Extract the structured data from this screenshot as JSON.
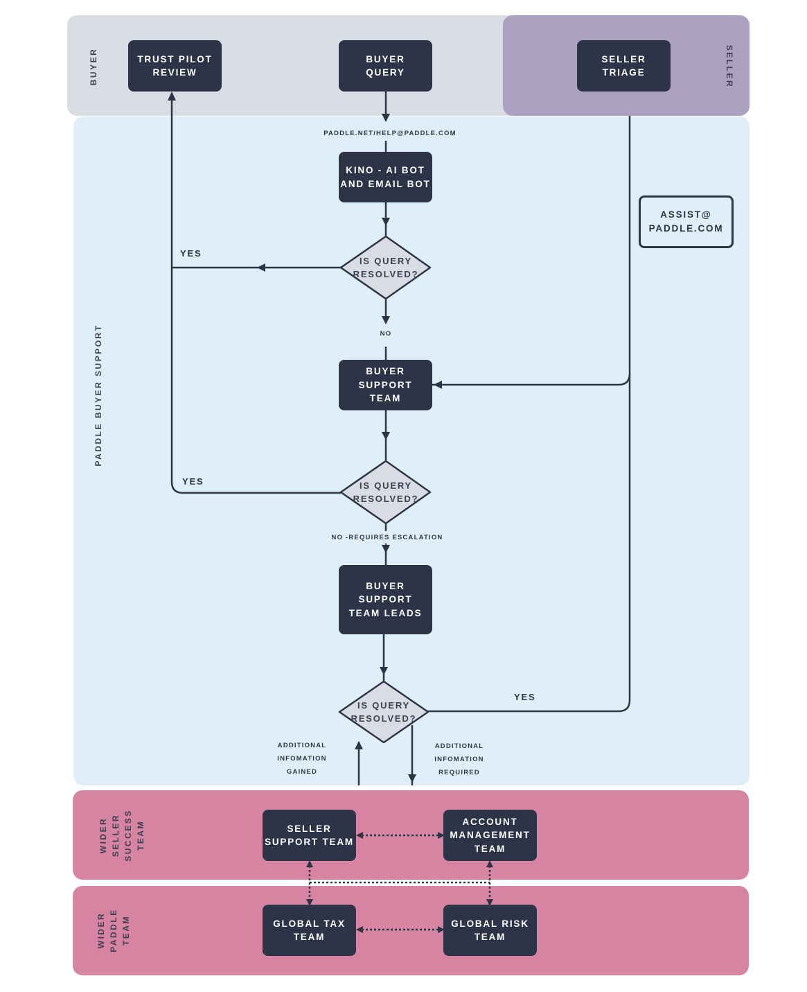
{
  "lanes": {
    "buyer": "BUYER",
    "seller": "SELLER",
    "paddle_buyer_support": "PADDLE BUYER SUPPORT",
    "wider_seller_success": "WIDER\nSELLER\nSUCCESS\nTEAM",
    "wider_paddle": "WIDER\nPADDLE\nTEAM"
  },
  "nodes": {
    "trust_pilot": "TRUST PILOT\nREVIEW",
    "buyer_query": "BUYER\nQUERY",
    "seller_triage": "SELLER\nTRIAGE",
    "kino_bot": "KINO - AI BOT\nAND EMAIL BOT",
    "assist_email": "ASSIST@\nPADDLE.COM",
    "buyer_support_team": "BUYER\nSUPPORT\nTEAM",
    "buyer_support_leads": "BUYER\nSUPPORT\nTEAM LEADS",
    "seller_support_team": "SELLER\nSUPPORT TEAM",
    "account_management": "ACCOUNT\nMANAGEMENT\nTEAM",
    "global_tax": "GLOBAL TAX\nTEAM",
    "global_risk": "GLOBAL RISK\nTEAM"
  },
  "decisions": {
    "d1": "IS QUERY\nRESOLVED?",
    "d2": "IS QUERY\nRESOLVED?",
    "d3": "IS QUERY\nRESOLVED?"
  },
  "labels": {
    "channel": "PADDLE.NET/HELP@PADDLE.COM",
    "yes1": "YES",
    "no1": "NO",
    "yes2": "YES",
    "no_escalation": "NO -REQUIRES ESCALATION",
    "yes3": "YES",
    "info_gained": "ADDITIONAL\nINFOMATION\nGAINED",
    "info_required": "ADDITIONAL\nINFOMATION\nREQUIRED"
  },
  "colors": {
    "buyer_lane": "#d9dce3",
    "seller_lane": "#ada1c2",
    "support_lane": "#dfeffa",
    "wider_lanes": "#d783a2",
    "node": "#2d3447",
    "decision_fill": "#d9dce3",
    "line": "#2d3447"
  }
}
